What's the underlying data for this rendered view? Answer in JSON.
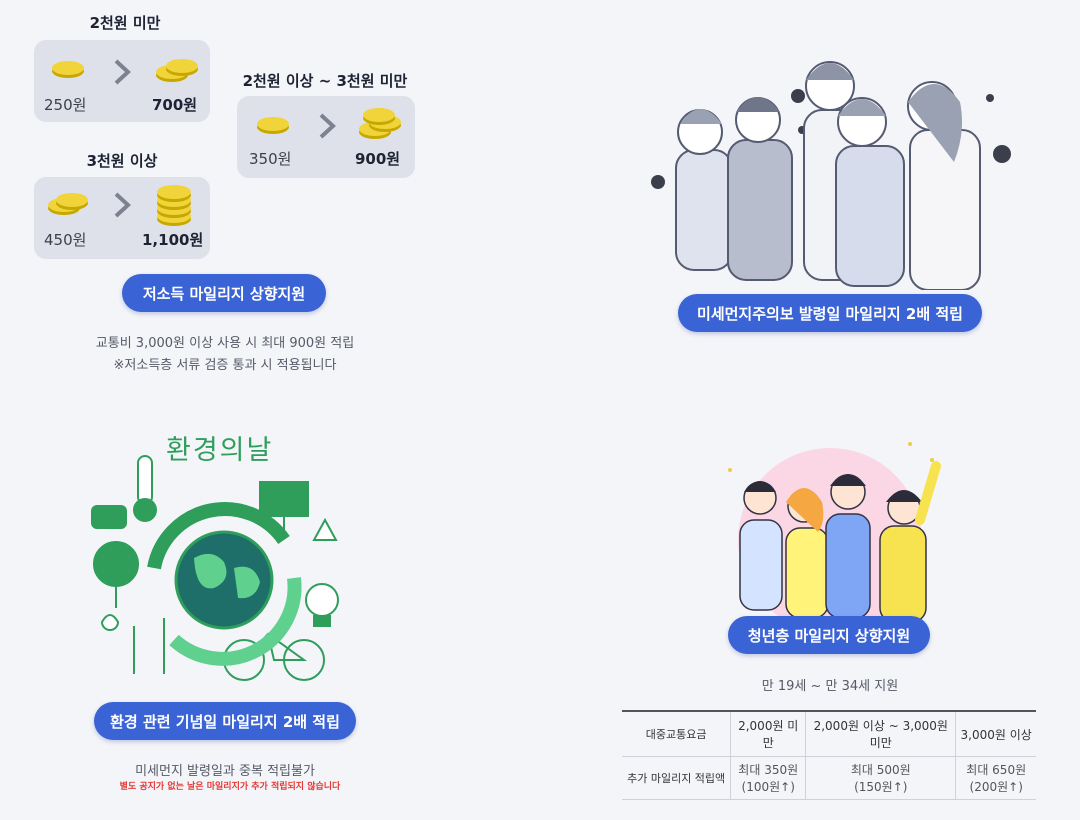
{
  "low_income": {
    "tier1": {
      "title": "2천원 미만",
      "from": "250원",
      "to": "700원"
    },
    "tier2": {
      "title": "2천원 이상 ~ 3천원 미만",
      "from": "350원",
      "to": "900원"
    },
    "tier3": {
      "title": "3천원 이상",
      "from": "450원",
      "to": "1,100원"
    },
    "badge": "저소득 마일리지 상향지원",
    "note1": "교통비 3,000원 이상 사용 시 최대 900원 적립",
    "note2": "※저소득층 서류 검증 통과 시 적용됩니다"
  },
  "fine_dust": {
    "badge": "미세먼지주의보 발령일 마일리지 2배 적립"
  },
  "environment": {
    "illustration_title": "환경의날",
    "badge": "환경 관련 기념일 마일리지 2배 적립",
    "note1": "미세먼지 발령일과 중복 적립불가",
    "note2": "별도 공지가 없는 날은 마일리지가 추가 적립되지 않습니다"
  },
  "youth": {
    "badge": "청년층 마일리지 상향지원",
    "age": "만 19세 ~ 만 34세 지원",
    "table": {
      "row1": [
        "대중교통요금",
        "2,000원 미만",
        "2,000원 이상 ~ 3,000원 미만",
        "3,000원 이상"
      ],
      "row2_head": "추가 마일리지 적립액",
      "row2": [
        [
          "최대 350원",
          "(100원↑)"
        ],
        [
          "최대 500원",
          "(150원↑)"
        ],
        [
          "최대 650원",
          "(200원↑)"
        ]
      ]
    }
  },
  "colors": {
    "accent": "#3a63d6",
    "card": "#dfe1ea",
    "warning": "#e53935",
    "green": "#2f9e5b"
  }
}
